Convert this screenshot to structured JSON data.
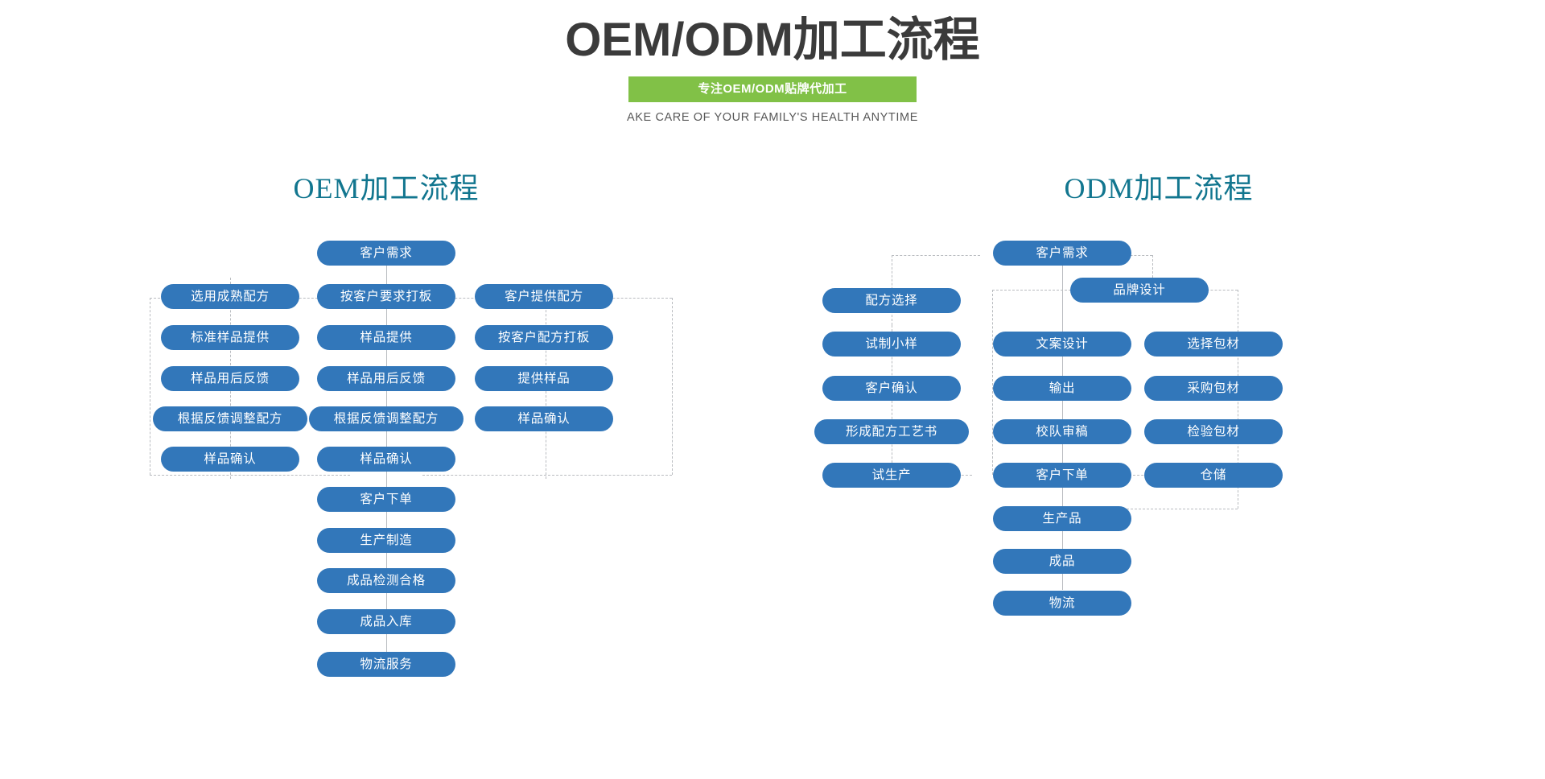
{
  "header": {
    "title": "OEM/ODM加工流程",
    "badge": "专注OEM/ODM贴牌代加工",
    "subtitle_en": "AKE CARE OF YOUR FAMILY'S HEALTH ANYTIME"
  },
  "colors": {
    "pill": "#3277ba",
    "badge_green": "#81c147",
    "section_title": "#12768f",
    "title_dark": "#3b3b3b",
    "connector": "#b9bcc0",
    "background": "#ffffff"
  },
  "sections": [
    {
      "title": "OEM加工流程",
      "columns": {
        "left": [
          "选用成熟配方",
          "标准样品提供",
          "样品用后反馈",
          "根据反馈调整配方",
          "样品确认"
        ],
        "center_head": "客户需求",
        "center": [
          "按客户要求打板",
          "样品提供",
          "样品用后反馈",
          "根据反馈调整配方",
          "样品确认"
        ],
        "right": [
          "客户提供配方",
          "按客户配方打板",
          "提供样品",
          "样品确认"
        ],
        "tail": [
          "客户下单",
          "生产制造",
          "成品检测合格",
          "成品入库",
          "物流服务"
        ]
      }
    },
    {
      "title": "ODM加工流程",
      "columns": {
        "left": [
          "配方选择",
          "试制小样",
          "客户确认",
          "形成配方工艺书",
          "试生产"
        ],
        "center_head": "客户需求",
        "brand_node": "品牌设计",
        "center": [
          "文案设计",
          "输出",
          "校队审稿",
          "客户下单"
        ],
        "right": [
          "选择包材",
          "采购包材",
          "检验包材",
          "仓储"
        ],
        "tail": [
          "生产品",
          "成品",
          "物流"
        ]
      }
    }
  ]
}
